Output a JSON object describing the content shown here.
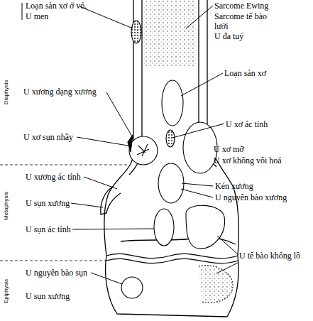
{
  "diagram": {
    "labels": [
      "Loạn sản xơ ở vỏ.",
      "U men",
      "Sarcome Ewing",
      "Sarcome tế bào lưới",
      "U đa tuỷ",
      "Diaphysis",
      "Loạn sản xơ",
      "U xương dạng xương",
      "U xơ ác tính",
      "U xơ sụn nhầy",
      "U xơ mỡ",
      "U xơ không vôi hoá",
      "Metaphysis",
      "U xương ác tính",
      "Kén xương",
      "U nguyên bào xương",
      "U sụn xương",
      "U sụn ác tính",
      "U tế bào khổng lồ",
      "Epiphysis",
      "U nguyên bào sụn",
      "U sụn xương"
    ]
  }
}
